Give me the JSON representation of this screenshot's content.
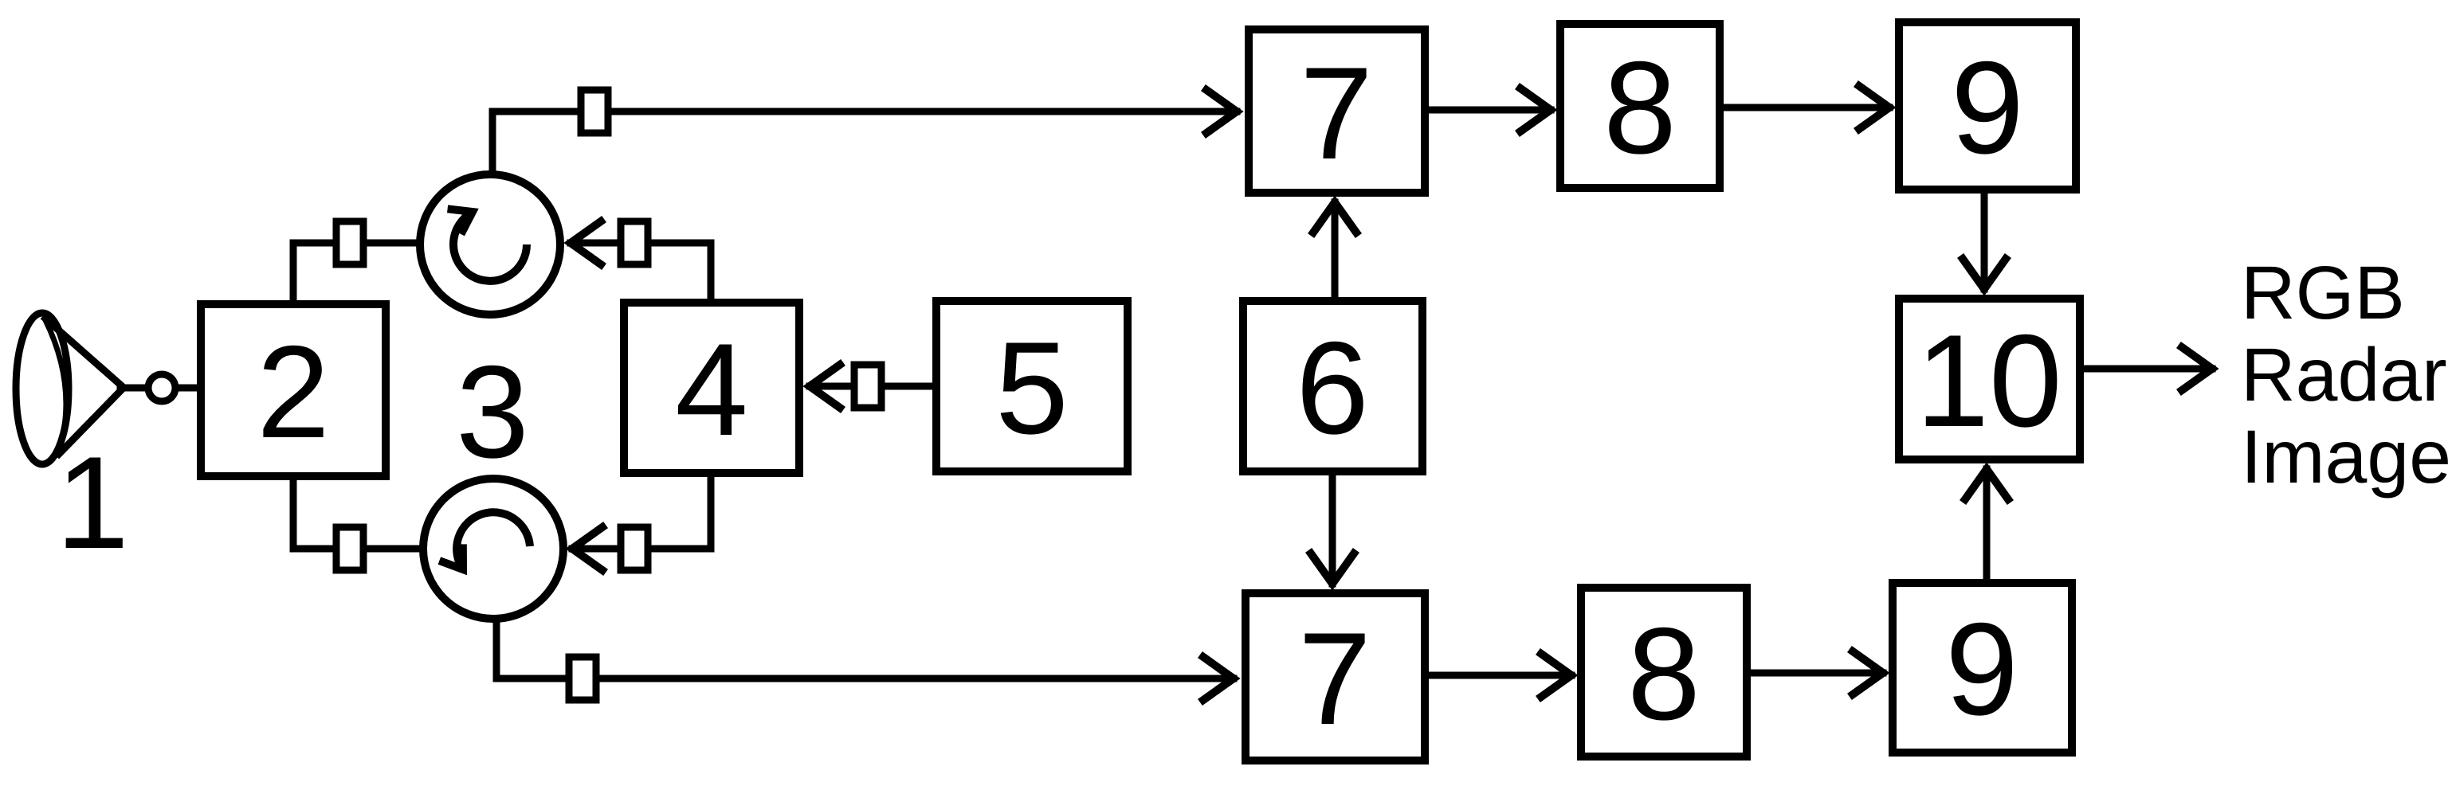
{
  "figure": {
    "type": "radar-system-block-diagram",
    "background_color": "#ffffff",
    "line_color": "#000000",
    "blocks": {
      "antenna": "1",
      "block2": "2",
      "circulator_pair": "3",
      "block4": "4",
      "block5": "5",
      "block6": "6",
      "block7_top": "7",
      "block7_bottom": "7",
      "block8_top": "8",
      "block8_bottom": "8",
      "block9_top": "9",
      "block9_bottom": "9",
      "block10": "10"
    },
    "output_label": {
      "line1": "RGB",
      "line2": "Radar",
      "line3": "Image"
    }
  }
}
